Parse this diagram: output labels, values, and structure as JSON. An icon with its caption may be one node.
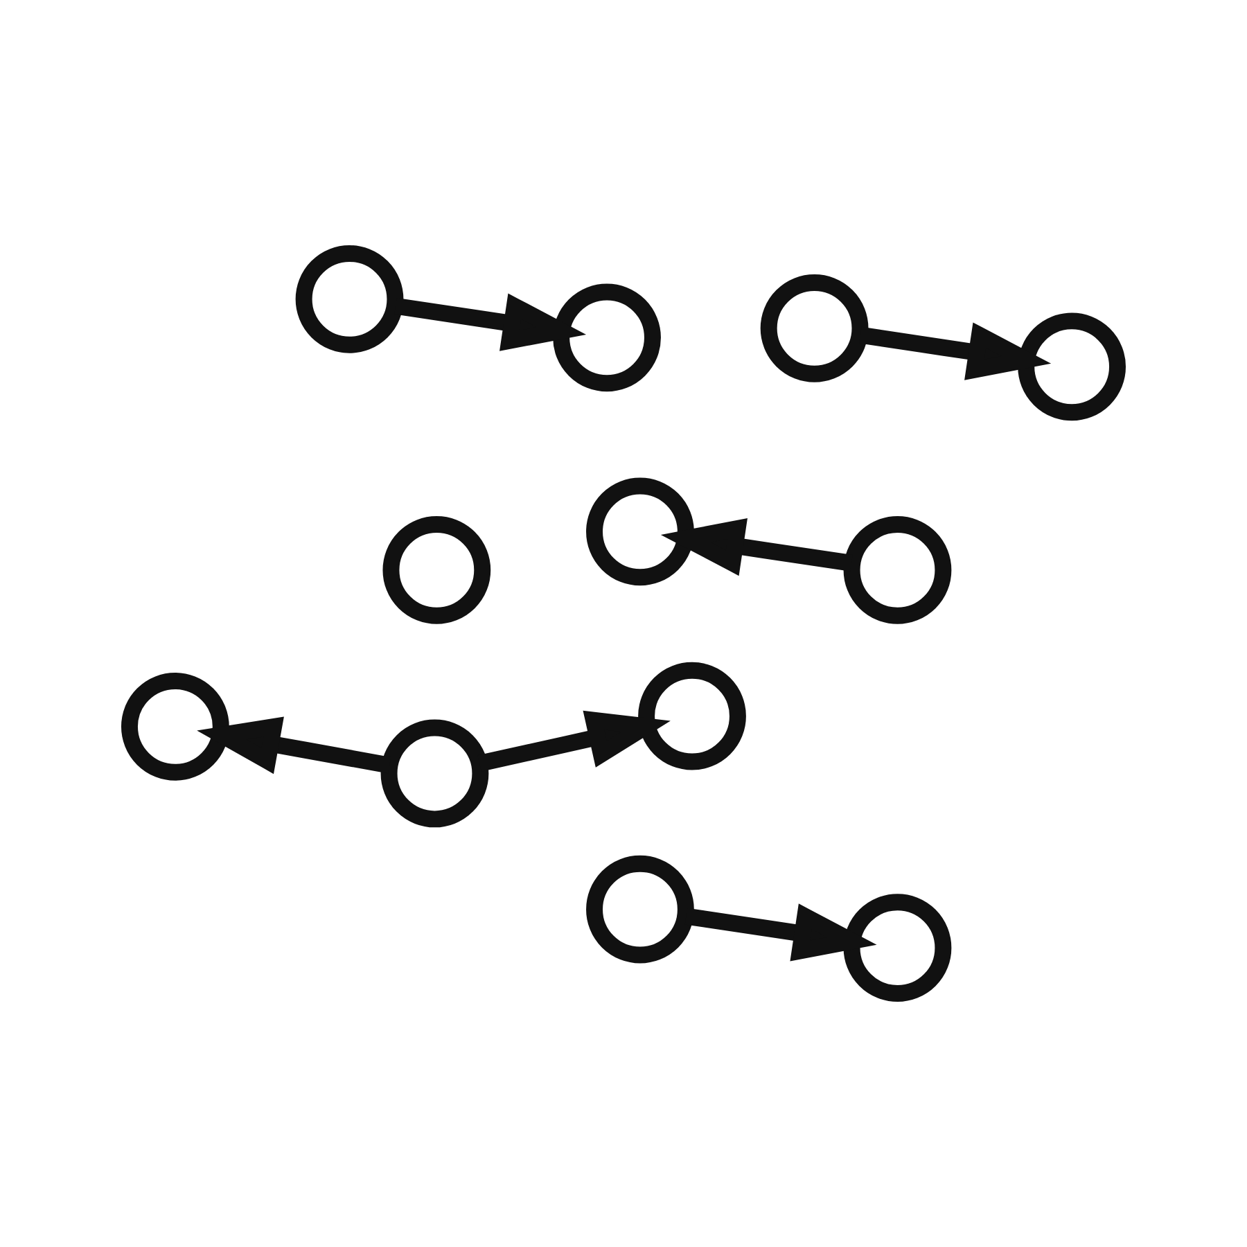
{
  "diagram": {
    "nodes": [
      {
        "text": [],
        "shape": "circle"
      },
      {
        "text": [],
        "shape": "circle"
      },
      {
        "text": [],
        "shape": "circle"
      },
      {
        "text": [],
        "shape": "circle"
      },
      {
        "text": [],
        "shape": "circle"
      },
      {
        "text": [],
        "shape": "circle"
      },
      {
        "text": [],
        "shape": "circle"
      },
      {
        "text": [],
        "shape": "circle"
      },
      {
        "text": [],
        "shape": "circle"
      },
      {
        "text": [],
        "shape": "circle"
      },
      {
        "text": [],
        "shape": "circle"
      },
      {
        "text": [],
        "shape": "circle"
      }
    ],
    "edges": [
      {
        "from": 4,
        "to": 0,
        "arrow": "to"
      },
      {
        "from": 3,
        "to": 1,
        "arrow": "to"
      },
      {
        "from": 4,
        "to": 2,
        "arrow": "to"
      },
      {
        "from": 5,
        "to": 8,
        "arrow": "to"
      },
      {
        "from": 7,
        "to": 10,
        "arrow": "to"
      },
      {
        "from": 9,
        "to": 11,
        "arrow": "to"
      }
    ]
  }
}
